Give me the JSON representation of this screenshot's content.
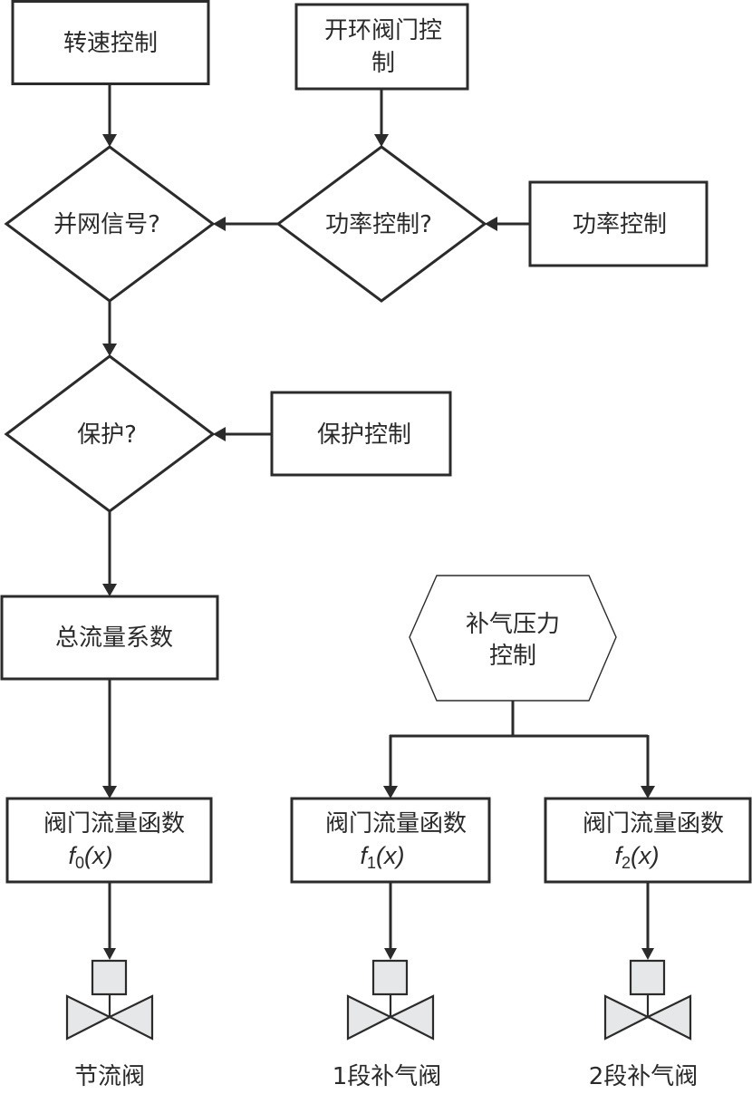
{
  "nodes": {
    "speed_control": "转速控制",
    "open_loop_valve_line1": "开环阀门控",
    "open_loop_valve_line2": "制",
    "grid_signal_decision": "并网信号?",
    "power_control_decision": "功率控制?",
    "power_control": "功率控制",
    "protection_decision": "保护?",
    "protection_control": "保护控制",
    "total_flow_coefficient": "总流量系数",
    "air_pressure_control_line1": "补气压力",
    "air_pressure_control_line2": "控制"
  },
  "flow_functions": [
    {
      "title": "阀门流量函数",
      "f": "f",
      "sub": "0",
      "arg": "(x)"
    },
    {
      "title": "阀门流量函数",
      "f": "f",
      "sub": "1",
      "arg": "(x)"
    },
    {
      "title": "阀门流量函数",
      "f": "f",
      "sub": "2",
      "arg": "(x)"
    }
  ],
  "valves": [
    {
      "label": "节流阀",
      "icon": "valve-icon"
    },
    {
      "label": "1段补气阀",
      "icon": "valve-icon"
    },
    {
      "label": "2段补气阀",
      "icon": "valve-icon"
    }
  ],
  "colors": {
    "stroke": "#2b2b2b",
    "valve_fill": "#e6e7e8",
    "background": "#ffffff"
  }
}
